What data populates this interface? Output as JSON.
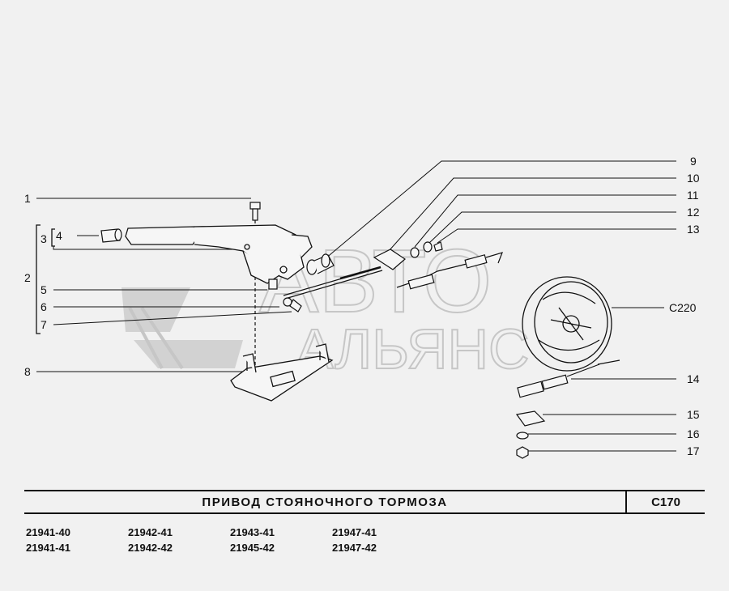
{
  "callouts": {
    "n1": "1",
    "n2": "2",
    "n3": "3",
    "n4": "4",
    "n5": "5",
    "n6": "6",
    "n7": "7",
    "n8": "8",
    "n9": "9",
    "n10": "10",
    "n11": "11",
    "n12": "12",
    "n13": "13",
    "n14": "14",
    "n15": "15",
    "n16": "16",
    "n17": "17",
    "c220": "C220"
  },
  "watermark": {
    "line1": "АВТО",
    "line2": "АЛЬЯНС"
  },
  "title": {
    "text": "ПРИВОД   СТОЯНОЧНОГО   ТОРМОЗА",
    "code": "C170"
  },
  "models": [
    "21941-40",
    "21942-41",
    "21943-41",
    "21947-41",
    "21941-41",
    "21942-42",
    "21945-42",
    "21947-42"
  ],
  "colors": {
    "line": "#111111",
    "background": "#f1f1f1",
    "watermark": "#cfcfcf"
  }
}
